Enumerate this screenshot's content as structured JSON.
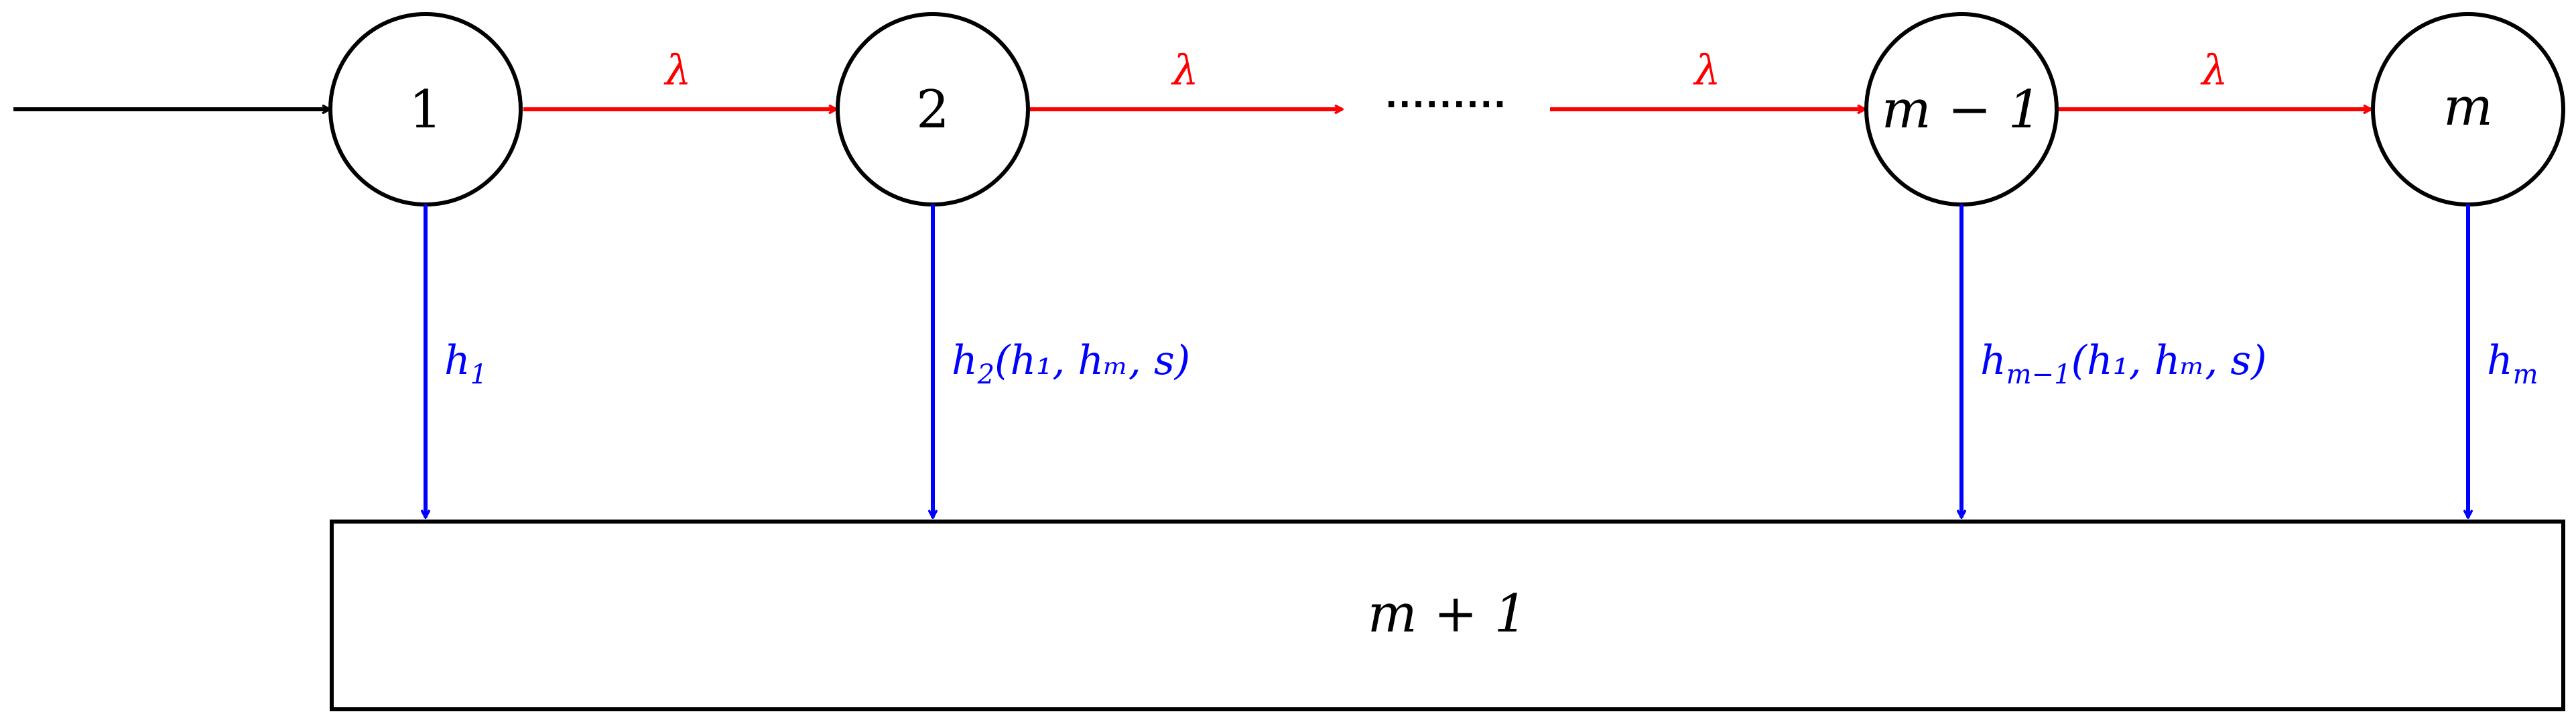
{
  "colors": {
    "stroke": "#000000",
    "red_transition": "#ff0000",
    "blue_transition": "#0000ff",
    "background": "#ffffff"
  },
  "nodes": {
    "n1": "1",
    "n2": "2",
    "nm1": "m − 1",
    "nm": "m",
    "absorbing": "m + 1"
  },
  "transitions": {
    "lambda": "λ"
  },
  "absorption_labels": {
    "h1": {
      "base": "h",
      "sub": "1"
    },
    "h2": {
      "base": "h",
      "sub": "2",
      "args": "(h₁, hₘ, s)"
    },
    "hm1": {
      "base": "h",
      "sub": "m−1",
      "args": "(h₁, hₘ, s)"
    },
    "hm": {
      "base": "h",
      "sub": "m"
    }
  },
  "ellipsis": "·········"
}
